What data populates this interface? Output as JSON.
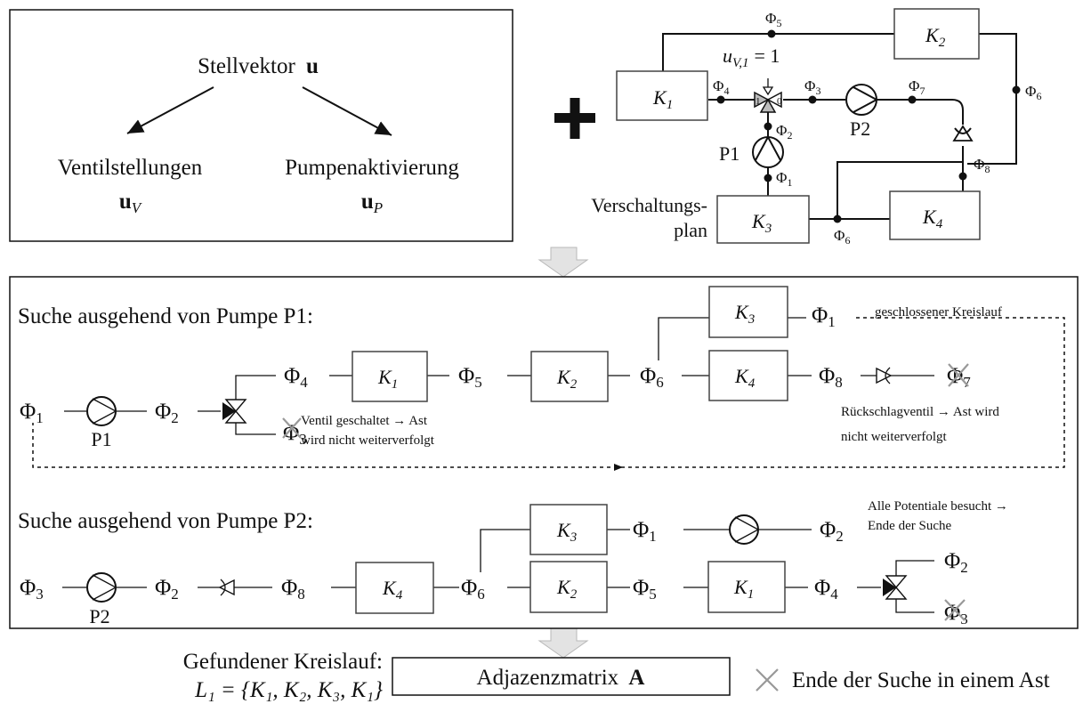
{
  "top_left": {
    "title": "Stellvektor",
    "title_symbol": "u",
    "left_label": "Ventilstellungen",
    "left_symbol": "u",
    "left_sub": "V",
    "right_label": "Pumpenaktivierung",
    "right_symbol": "u",
    "right_sub": "P"
  },
  "plus": "+",
  "plan": {
    "label_line1": "Verschaltungs-",
    "label_line2": "plan",
    "valve_setting": "u",
    "valve_setting_sub": "V,1",
    "valve_setting_val": "= 1",
    "valve_port_1": "1",
    "valve_port_0": "0",
    "pump1": "P1",
    "pump2": "P2",
    "components": {
      "k1": "K",
      "k2": "K",
      "k3": "K",
      "k4": "K"
    },
    "component_subs": {
      "k1": "1",
      "k2": "2",
      "k3": "3",
      "k4": "4"
    },
    "phi": "Φ",
    "phi_subs": {
      "p1": "1",
      "p2": "2",
      "p3": "3",
      "p4": "4",
      "p5": "5",
      "p6a": "6",
      "p6b": "6",
      "p7": "7",
      "p8": "8"
    }
  },
  "search1": {
    "heading": "Suche ausgehend von Pumpe P1:",
    "closed_loop": "geschlossener Kreislauf",
    "pump_label": "P1",
    "valve_note_line1": "Ventil geschaltet → Ast",
    "valve_note_line2": "wird nicht weiterverfolgt",
    "check_note_line1": "Rückschlagventil → Ast wird",
    "check_note_line2": "nicht weiterverfolgt"
  },
  "search2": {
    "heading": "Suche ausgehend von Pumpe P2:",
    "pump_label": "P2",
    "end_note_line1": "Alle Potentiale besucht →",
    "end_note_line2": "Ende der Suche"
  },
  "bottom": {
    "found_label": "Gefundener Kreislauf:",
    "loop_formula": "L₁ = {K₁, K₂, K₃, K₁}",
    "matrix_label": "Adjazenzmatrix",
    "matrix_symbol": "A",
    "legend_text": "Ende der Suche in einem Ast"
  }
}
